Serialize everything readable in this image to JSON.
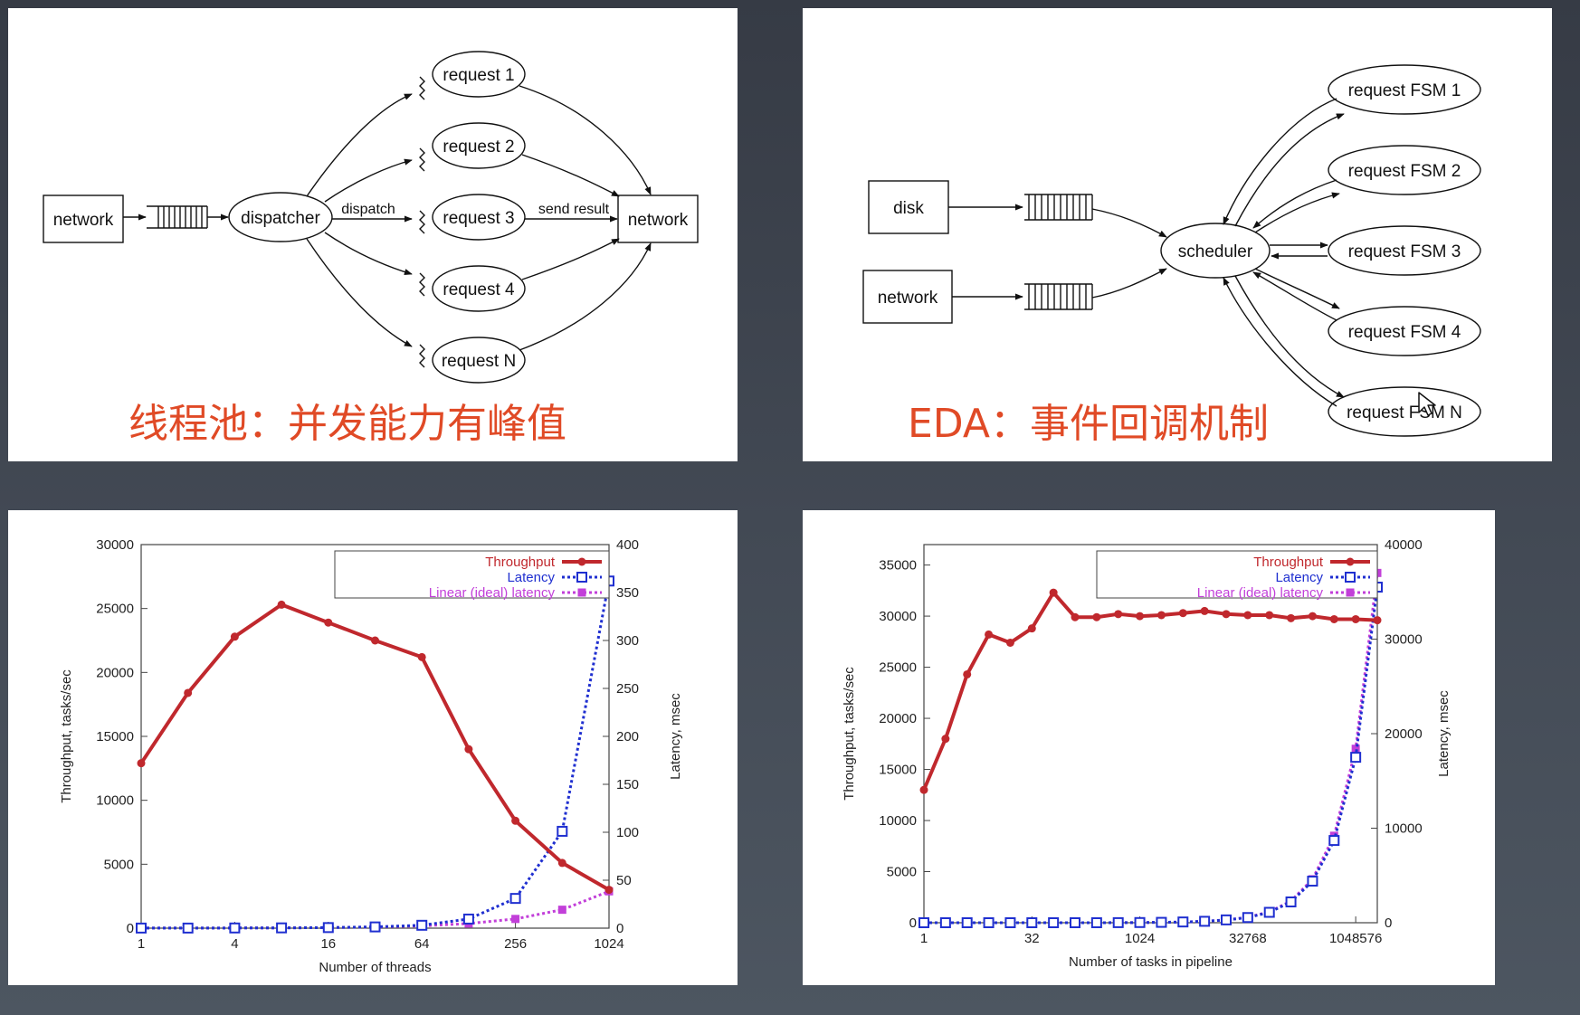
{
  "threadpool_diagram": {
    "caption": "线程池：并发能力有峰值",
    "network_in": "network",
    "dispatcher": "dispatcher",
    "edge_dispatch": "dispatch",
    "edge_send_result": "send result",
    "network_out": "network",
    "requests": [
      "request 1",
      "request 2",
      "request 3",
      "request 4",
      "request N"
    ]
  },
  "eda_diagram": {
    "caption": "EDA：事件回调机制",
    "disk": "disk",
    "network": "network",
    "scheduler": "scheduler",
    "fsms": [
      "request FSM 1",
      "request FSM 2",
      "request FSM 3",
      "request FSM 4",
      "request FSM N"
    ]
  },
  "chart_data": [
    {
      "type": "line",
      "title": "",
      "xlabel": "Number of threads",
      "ylabel": "Throughput, tasks/sec",
      "y2label": "Latency, msec",
      "x": [
        1,
        2,
        4,
        8,
        16,
        32,
        64,
        128,
        256,
        512,
        1024
      ],
      "x_ticks": [
        "1",
        "4",
        "16",
        "64",
        "256",
        "1024"
      ],
      "x_scale": "log2",
      "ylim": [
        0,
        30000
      ],
      "y_ticks": [
        "0",
        "5000",
        "10000",
        "15000",
        "20000",
        "25000",
        "30000"
      ],
      "y2lim": [
        0,
        400
      ],
      "y2_ticks": [
        "0",
        "50",
        "100",
        "150",
        "200",
        "250",
        "300",
        "350",
        "400"
      ],
      "grid": false,
      "legend": "top-right",
      "series": [
        {
          "name": "Throughput",
          "axis": "left",
          "color": "#c0282d",
          "style": "solid",
          "marker": "dot",
          "values": [
            12900,
            18400,
            22800,
            25300,
            23900,
            22500,
            21200,
            14000,
            8400,
            5100,
            3000
          ]
        },
        {
          "name": "Latency",
          "axis": "right",
          "color": "#1f2fd0",
          "style": "dotted",
          "marker": "open-square",
          "values": [
            0.1,
            0.1,
            0.2,
            0.3,
            0.6,
            1.3,
            3,
            9.5,
            31,
            101,
            362
          ]
        },
        {
          "name": "Linear (ideal) latency",
          "axis": "right",
          "color": "#c23fd9",
          "style": "dotted",
          "marker": "filled-square",
          "values": [
            0.1,
            0.1,
            0.2,
            0.3,
            0.6,
            1.2,
            2.4,
            4.8,
            9.6,
            19.2,
            38.4
          ]
        }
      ]
    },
    {
      "type": "line",
      "title": "",
      "xlabel": "Number of tasks in pipeline",
      "ylabel": "Throughput, tasks/sec",
      "y2label": "Latency, msec",
      "x": [
        1,
        2,
        4,
        8,
        16,
        32,
        64,
        128,
        256,
        512,
        1024,
        2048,
        4096,
        8192,
        16384,
        32768,
        65536,
        131072,
        262144,
        524288,
        1048576,
        2097152
      ],
      "x_ticks": [
        "1",
        "32",
        "1024",
        "32768",
        "1048576"
      ],
      "x_scale": "log2",
      "ylim": [
        0,
        37000
      ],
      "y_ticks": [
        "0",
        "5000",
        "10000",
        "15000",
        "20000",
        "25000",
        "30000",
        "35000"
      ],
      "y2lim": [
        0,
        40000
      ],
      "y2_ticks": [
        "0",
        "10000",
        "20000",
        "30000",
        "40000"
      ],
      "grid": false,
      "legend": "top-right",
      "series": [
        {
          "name": "Throughput",
          "axis": "left",
          "color": "#c0282d",
          "style": "solid",
          "marker": "dot",
          "values": [
            13000,
            18000,
            24300,
            28200,
            27400,
            28800,
            32300,
            29900,
            29900,
            30200,
            30000,
            30100,
            30300,
            30500,
            30200,
            30100,
            30100,
            29800,
            30000,
            29700,
            29700,
            29600
          ]
        },
        {
          "name": "Latency",
          "axis": "right",
          "color": "#1f2fd0",
          "style": "dotted",
          "marker": "open-square",
          "values": [
            0,
            0,
            0,
            0,
            0,
            0,
            0,
            0,
            0,
            10,
            20,
            40,
            80,
            150,
            300,
            550,
            1100,
            2200,
            4400,
            8700,
            17500,
            35500
          ]
        },
        {
          "name": "Linear (ideal) latency",
          "axis": "right",
          "color": "#c23fd9",
          "style": "dotted",
          "marker": "filled-square",
          "values": [
            0,
            0,
            0,
            0,
            0,
            0,
            0,
            0,
            0,
            10,
            20,
            40,
            80,
            150,
            290,
            580,
            1150,
            2300,
            4600,
            9200,
            18400,
            37000
          ]
        }
      ]
    }
  ]
}
